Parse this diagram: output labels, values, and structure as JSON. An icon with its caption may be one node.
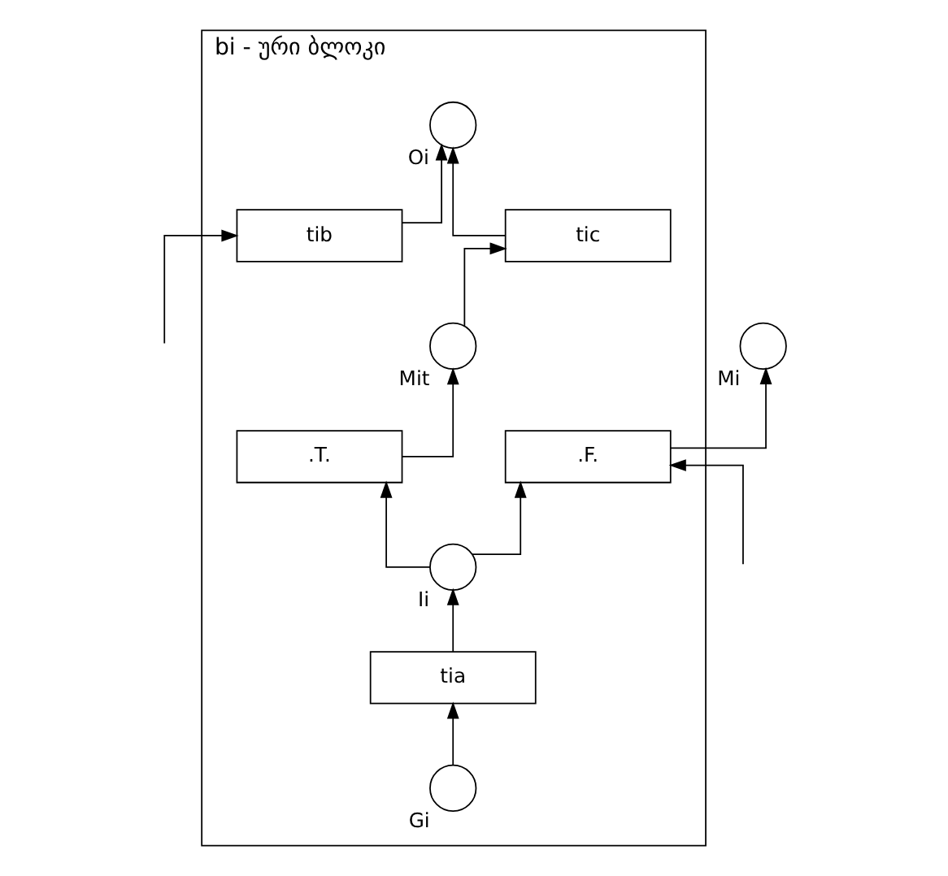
{
  "diagram": {
    "nodes": [
      {
        "text": [
          "bi - ური ბლოკი"
        ]
      },
      {
        "text": [],
        "shape": "circle",
        "beside": [
          "Mi"
        ]
      },
      {
        "text": [
          ".T."
        ],
        "in": 0
      },
      {
        "text": [
          ".F."
        ],
        "in": 0
      },
      {
        "text": [],
        "shape": "circle",
        "beside": [
          "Mit"
        ],
        "in": 0
      },
      {
        "text": [],
        "shape": "circle",
        "beside": [
          "Ii"
        ],
        "in": 0
      },
      {
        "text": [],
        "shape": "circle",
        "beside": [
          "Gi"
        ],
        "in": 0
      },
      {
        "text": [
          "tia"
        ],
        "in": 0
      },
      {
        "text": [
          "tic"
        ],
        "in": 0
      },
      {
        "text": [],
        "shape": "circle",
        "beside": [
          "Oi"
        ],
        "in": 0
      },
      {
        "text": [
          "tib"
        ],
        "in": 0
      }
    ],
    "edges": [
      {
        "from": 3,
        "to": 1,
        "arrow": "to"
      },
      {
        "from": 2,
        "to": 4,
        "arrow": "to"
      },
      {
        "from": 5,
        "to": 2,
        "arrow": "to"
      },
      {
        "from": 5,
        "to": 3,
        "arrow": "to"
      },
      {
        "from": 6,
        "to": 7,
        "arrow": "to"
      },
      {
        "from": 7,
        "to": 5,
        "arrow": "to"
      },
      {
        "from": 4,
        "to": 8,
        "arrow": "to"
      },
      {
        "from": 8,
        "to": 9,
        "arrow": "to"
      },
      {
        "from": 10,
        "to": 9,
        "arrow": "to"
      },
      {
        "from": null,
        "to": 3,
        "arrow": "to"
      },
      {
        "from": null,
        "to": 10,
        "arrow": "to"
      }
    ]
  }
}
